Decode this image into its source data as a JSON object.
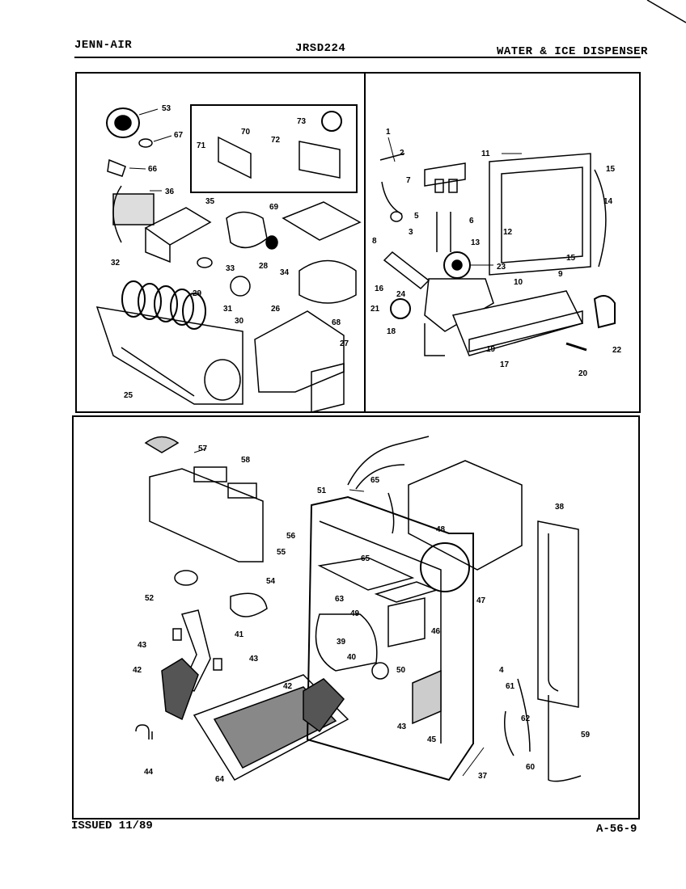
{
  "header": {
    "brand": "JENN-AIR",
    "model": "JRSD224",
    "section": "WATER & ICE DISPENSER"
  },
  "footer": {
    "issued": "ISSUED 11/89",
    "page": "A-56-9"
  },
  "part_labels": [
    "53",
    "67",
    "66",
    "36",
    "35",
    "70",
    "71",
    "72",
    "73",
    "69",
    "32",
    "29",
    "33",
    "28",
    "34",
    "31",
    "30",
    "26",
    "68",
    "27",
    "25",
    "1",
    "2",
    "7",
    "5",
    "6",
    "8",
    "3",
    "13",
    "11",
    "15",
    "14",
    "12",
    "10",
    "9",
    "16",
    "24",
    "23",
    "21",
    "18",
    "19",
    "17",
    "20",
    "22",
    "57",
    "58",
    "56",
    "55",
    "52",
    "54",
    "43",
    "41",
    "42",
    "44",
    "64",
    "51",
    "65",
    "63",
    "49",
    "48",
    "47",
    "46",
    "39",
    "40",
    "50",
    "45",
    "37",
    "38",
    "4",
    "61",
    "62",
    "59",
    "60"
  ]
}
